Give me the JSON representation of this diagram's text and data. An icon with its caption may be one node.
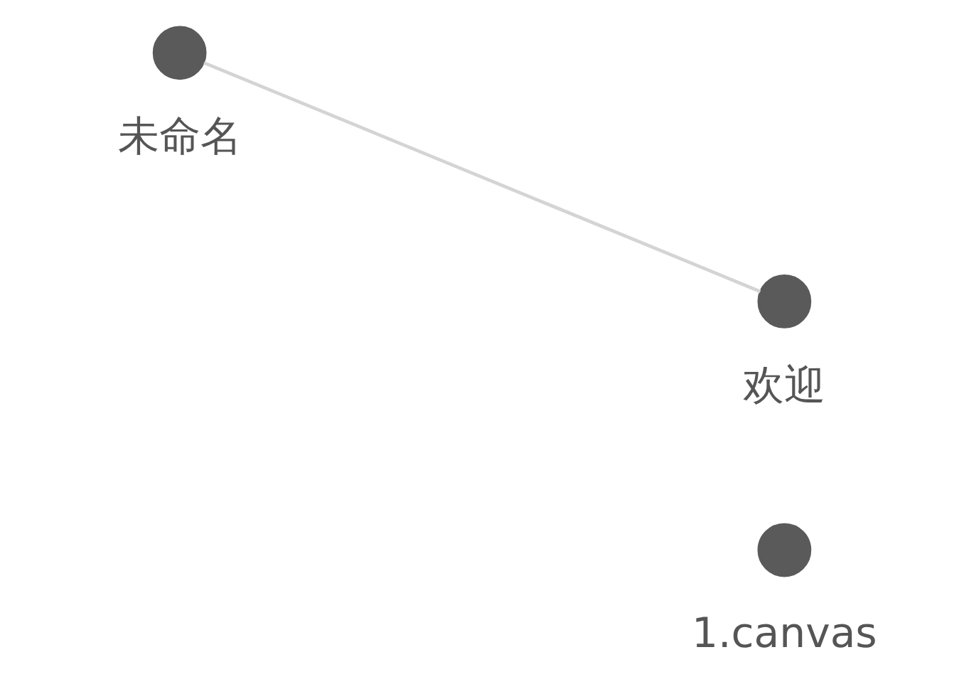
{
  "diagram": {
    "nodes": [
      {
        "text": [],
        "shape": "circle",
        "beside": [
          "未命名"
        ]
      },
      {
        "text": [],
        "shape": "circle",
        "beside": [
          "欢迎"
        ]
      },
      {
        "text": [],
        "shape": "circle",
        "beside": [
          "1.canvas"
        ]
      }
    ],
    "edges": [
      {
        "from": 0,
        "to": 1,
        "arrow": "none"
      }
    ]
  }
}
